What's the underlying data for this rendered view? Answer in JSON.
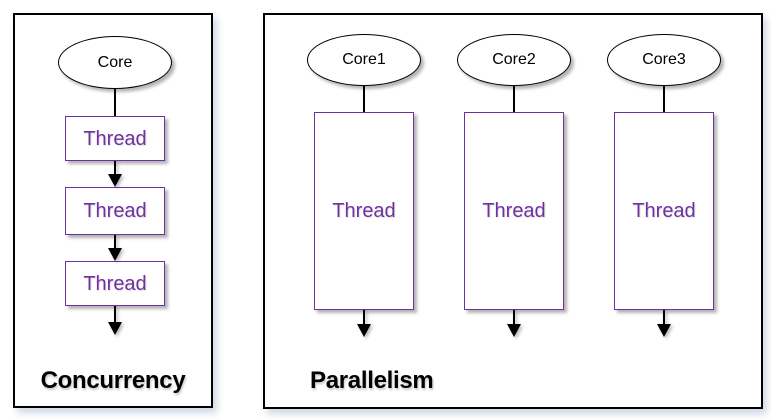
{
  "colors": {
    "purple": "#7030A0",
    "outline": "#000000"
  },
  "concurrency": {
    "title": "Concurrency",
    "core_label": "Core",
    "threads": [
      {
        "label": "Thread"
      },
      {
        "label": "Thread"
      },
      {
        "label": "Thread"
      }
    ]
  },
  "parallelism": {
    "title": "Parallelism",
    "columns": [
      {
        "core_label": "Core1",
        "thread_label": "Thread"
      },
      {
        "core_label": "Core2",
        "thread_label": "Thread"
      },
      {
        "core_label": "Core3",
        "thread_label": "Thread"
      }
    ]
  }
}
